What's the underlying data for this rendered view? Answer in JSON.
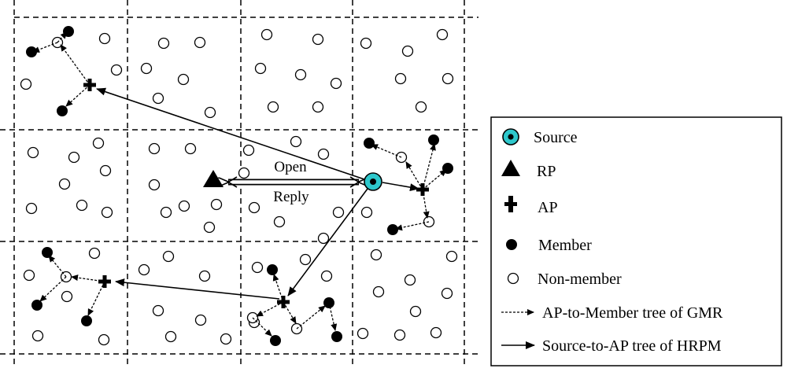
{
  "labels": {
    "open": "Open",
    "reply": "Reply"
  },
  "legend": {
    "source": "Source",
    "rp": "RP",
    "ap": "AP",
    "member": "Member",
    "non_member": "Non-member",
    "gmr_tree": "AP-to-Member tree of GMR",
    "hrpm_tree": "Source-to-AP tree of HRPM"
  },
  "colors": {
    "source_fill": "#2ec8cc",
    "ink": "#000000",
    "background": "#ffffff"
  },
  "icons": {
    "source": "source-icon",
    "rp": "triangle-icon",
    "ap": "plus-icon",
    "member": "filled-circle-icon",
    "non_member": "hollow-circle-icon"
  }
}
